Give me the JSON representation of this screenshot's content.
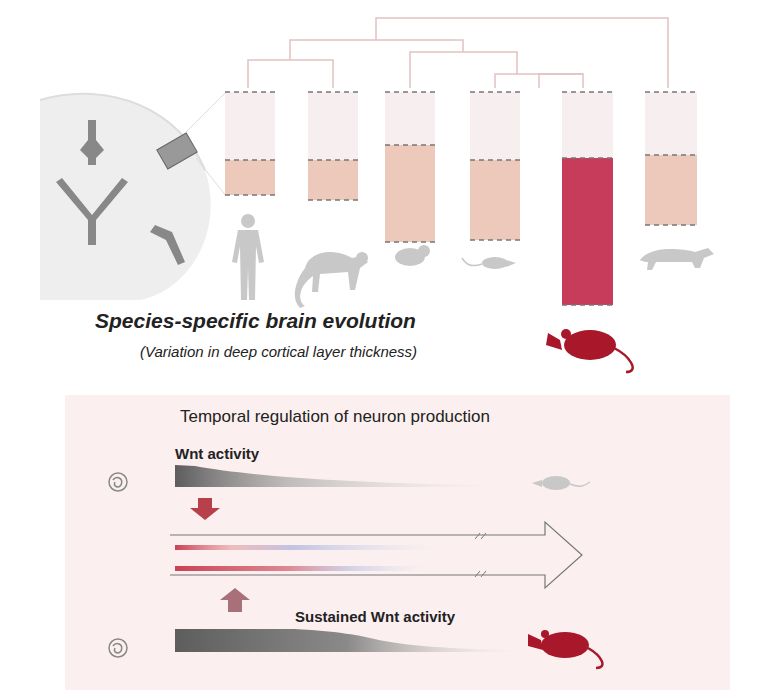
{
  "diagram": {
    "nodes": [
      {
        "text": [
          "Temporal regulation of neuron production",
          "Wnt activity",
          "Sustained Wnt activity"
        ]
      }
    ],
    "labels": [
      "Species-specific brain evolution",
      "(Variation in deep cortical layer thickness)"
    ]
  }
}
